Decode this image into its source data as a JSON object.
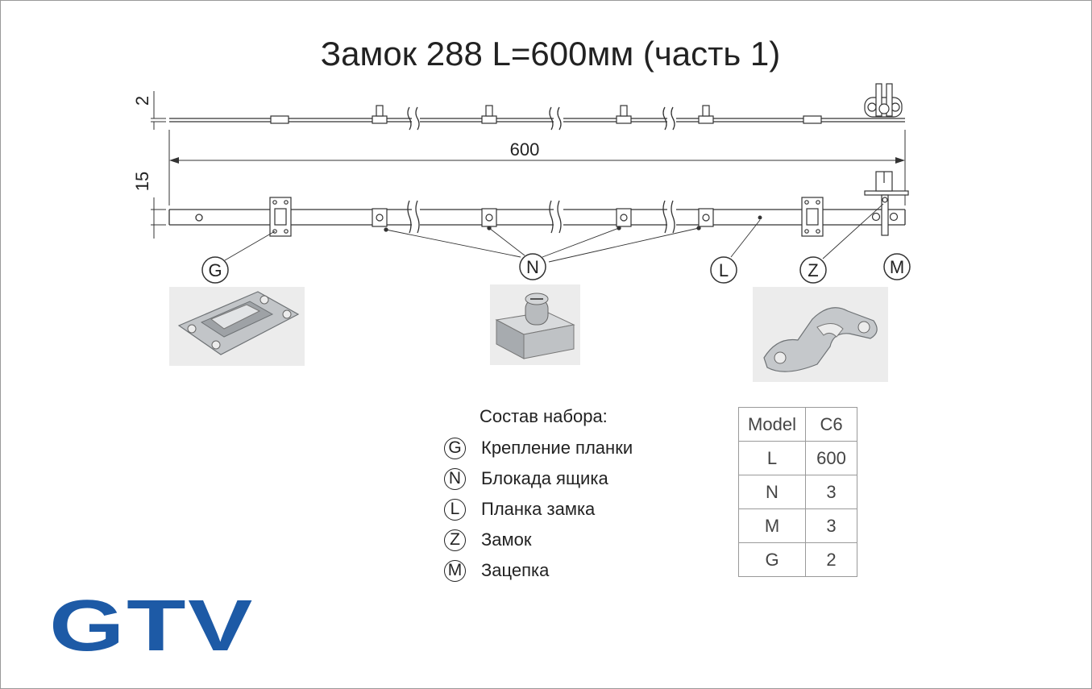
{
  "title": "Замок 288 L=600мм (часть 1)",
  "dimensions": {
    "thickness": "2",
    "length": "600",
    "height": "15"
  },
  "callouts": {
    "G": "G",
    "N": "N",
    "L": "L",
    "Z": "Z",
    "M": "M"
  },
  "legend": {
    "heading": "Состав набора:",
    "items": [
      {
        "code": "G",
        "label": "Крепление планки"
      },
      {
        "code": "N",
        "label": "Блокада ящика"
      },
      {
        "code": "L",
        "label": "Планка замка"
      },
      {
        "code": "Z",
        "label": "Замок"
      },
      {
        "code": "M",
        "label": "Зацепка"
      }
    ]
  },
  "spec_table": {
    "header": {
      "key": "Model",
      "value": "C6"
    },
    "rows": [
      {
        "key": "L",
        "value": "600"
      },
      {
        "key": "N",
        "value": "3"
      },
      {
        "key": "M",
        "value": "3"
      },
      {
        "key": "G",
        "value": "2"
      }
    ]
  },
  "logo": {
    "text": "GTV",
    "color": "#1d5aa6"
  }
}
